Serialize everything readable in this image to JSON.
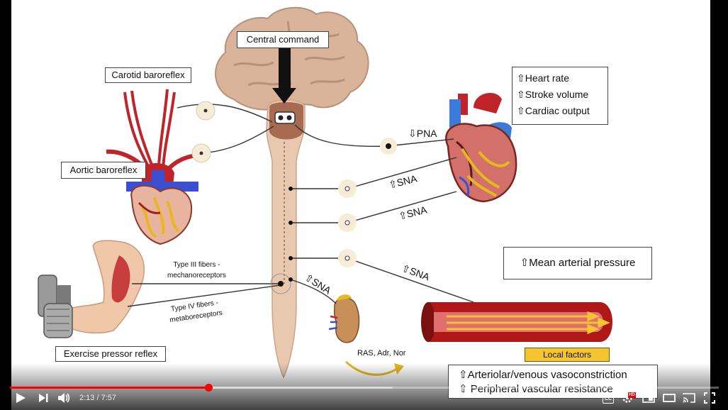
{
  "labels": {
    "central_command": "Central command",
    "carotid_baroreflex": "Carotid baroreflex",
    "aortic_baroreflex": "Aortic baroreflex",
    "heart_rate": "⇧Heart rate",
    "stroke_volume": "⇧Stroke volume",
    "cardiac_output": "⇧Cardiac output",
    "pna": "⇩PNA",
    "sna_1": "⇧SNA",
    "sna_2": "⇧SNA",
    "sna_3": "⇧SNA",
    "sna_4": "⇧SNA",
    "mean_arterial_pressure": "⇧Mean arterial pressure",
    "type3_line1": "Type III fibers -",
    "type3_line2": "mechanoreceptors",
    "type4_line1": "Type IV fibers -",
    "type4_line2": "metaboreceptors",
    "exercise_pressor_reflex": "Exercise pressor reflex",
    "ras": "RAS, Adr, Nor",
    "local_factors": "Local factors",
    "vasoconstriction": "⇧Arteriolar/venous vasoconstriction",
    "peripheral_resistance": "⇧ Peripheral vascular resistance"
  },
  "player": {
    "time": "2:13 / 7:57",
    "progress": 0.28,
    "buffered": 0.54,
    "cc_label": "CC",
    "hd_label": "HD"
  },
  "colors": {
    "brain": "#d9b39a",
    "spinal_cord": "#e8c9b0",
    "artery_red": "#c0242a",
    "vein_blue": "#3a4fd0",
    "local_factors_fill": "#f5c431",
    "progress_red": "#ff0000"
  }
}
